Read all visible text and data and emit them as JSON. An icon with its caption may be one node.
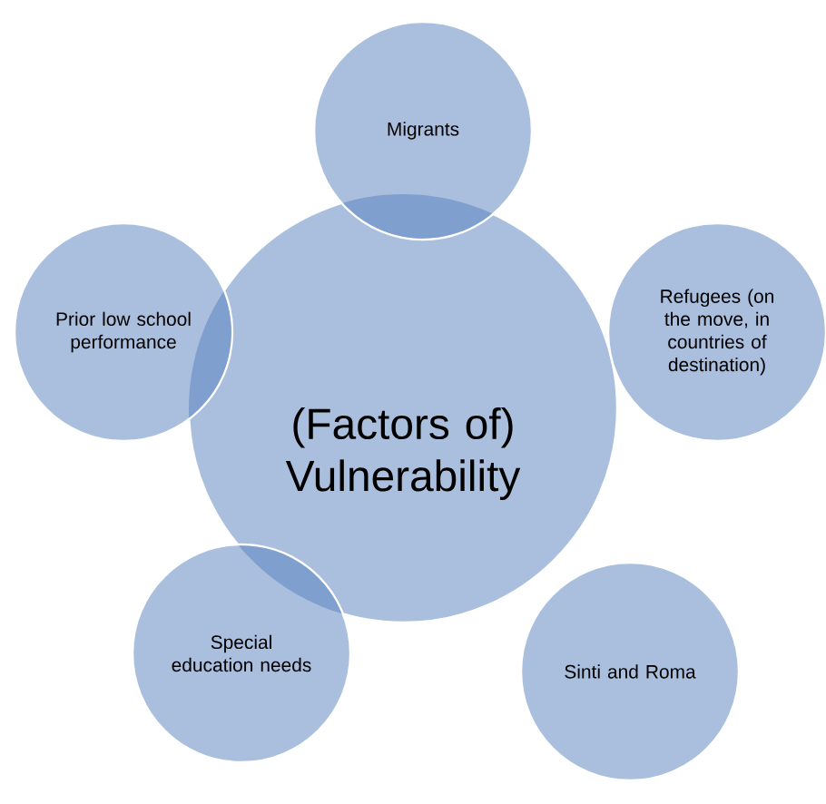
{
  "diagram": {
    "nodes": [
      {
        "text": [
          "(Factors of) Vulnerability"
        ]
      },
      {
        "text": [
          "Migrants"
        ]
      },
      {
        "text": [
          "Prior low school performance"
        ]
      },
      {
        "text": [
          "Refugees (on the move, in countries of destination)"
        ]
      },
      {
        "text": [
          "Special education needs"
        ]
      },
      {
        "text": [
          "Sinti and Roma"
        ]
      }
    ]
  }
}
